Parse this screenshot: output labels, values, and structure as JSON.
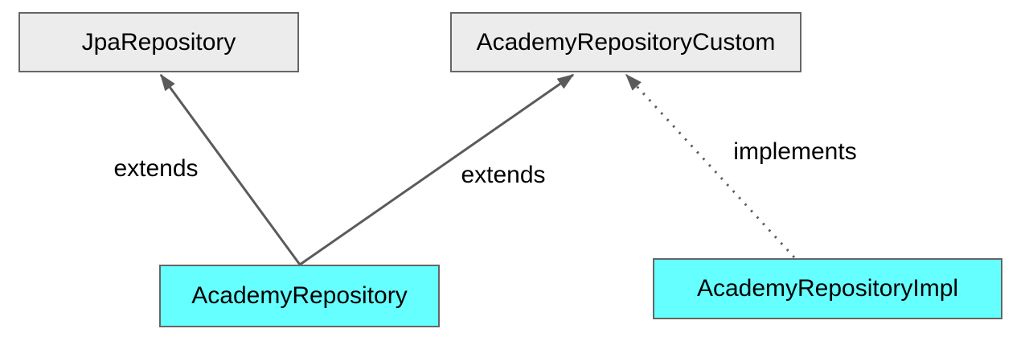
{
  "diagram": {
    "title": "repository-class-diagram",
    "nodes": [
      {
        "id": "jpa-repository",
        "label": "JpaRepository",
        "fill": "#ececec"
      },
      {
        "id": "academy-repository-custom",
        "label": "AcademyRepositoryCustom",
        "fill": "#ececec"
      },
      {
        "id": "academy-repository",
        "label": "AcademyRepository",
        "fill": "#66ffff"
      },
      {
        "id": "academy-repository-impl",
        "label": "AcademyRepositoryImpl",
        "fill": "#66ffff"
      }
    ],
    "edges": [
      {
        "from": "AcademyRepository",
        "to": "JpaRepository",
        "label": "extends",
        "style": "solid"
      },
      {
        "from": "AcademyRepository",
        "to": "AcademyRepositoryCustom",
        "label": "extends",
        "style": "solid"
      },
      {
        "from": "AcademyRepositoryImpl",
        "to": "AcademyRepositoryCustom",
        "label": "implements",
        "style": "dotted"
      }
    ]
  },
  "colors": {
    "node_gray": "#ececec",
    "node_cyan": "#66ffff",
    "border": "#666666",
    "line": "#5b5b5b",
    "text": "#000000",
    "background": "#ffffff"
  }
}
